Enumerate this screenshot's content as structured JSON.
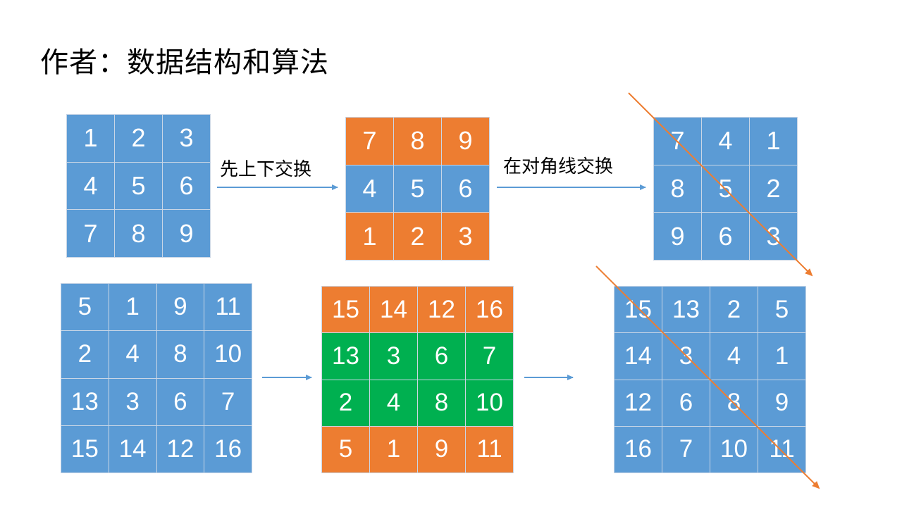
{
  "title": "作者：数据结构和算法",
  "colors": {
    "blue": "#5b9bd5",
    "orange": "#ed7d31",
    "green": "#00b050",
    "arrow": "#5b9bd5",
    "diag": "#ed7d31"
  },
  "steps": {
    "step1_label": "先上下交换",
    "step2_label": "在对角线交换"
  },
  "grids": [
    {
      "id": "grid-3x3-original",
      "rows": [
        [
          "1",
          "2",
          "3"
        ],
        [
          "4",
          "5",
          "6"
        ],
        [
          "7",
          "8",
          "9"
        ]
      ],
      "row_colors": [
        "blue",
        "blue",
        "blue"
      ]
    },
    {
      "id": "grid-3x3-flipped",
      "rows": [
        [
          "7",
          "8",
          "9"
        ],
        [
          "4",
          "5",
          "6"
        ],
        [
          "1",
          "2",
          "3"
        ]
      ],
      "row_colors": [
        "orange",
        "blue",
        "orange"
      ]
    },
    {
      "id": "grid-3x3-transposed",
      "rows": [
        [
          "7",
          "4",
          "1"
        ],
        [
          "8",
          "5",
          "2"
        ],
        [
          "9",
          "6",
          "3"
        ]
      ],
      "row_colors": [
        "blue",
        "blue",
        "blue"
      ]
    },
    {
      "id": "grid-4x4-original",
      "rows": [
        [
          "5",
          "1",
          "9",
          "11"
        ],
        [
          "2",
          "4",
          "8",
          "10"
        ],
        [
          "13",
          "3",
          "6",
          "7"
        ],
        [
          "15",
          "14",
          "12",
          "16"
        ]
      ],
      "row_colors": [
        "blue",
        "blue",
        "blue",
        "blue"
      ]
    },
    {
      "id": "grid-4x4-flipped",
      "rows": [
        [
          "15",
          "14",
          "12",
          "16"
        ],
        [
          "13",
          "3",
          "6",
          "7"
        ],
        [
          "2",
          "4",
          "8",
          "10"
        ],
        [
          "5",
          "1",
          "9",
          "11"
        ]
      ],
      "row_colors": [
        "orange",
        "green",
        "green",
        "orange"
      ]
    },
    {
      "id": "grid-4x4-transposed",
      "rows": [
        [
          "15",
          "13",
          "2",
          "5"
        ],
        [
          "14",
          "3",
          "4",
          "1"
        ],
        [
          "12",
          "6",
          "8",
          "9"
        ],
        [
          "16",
          "7",
          "10",
          "11"
        ]
      ],
      "row_colors": [
        "blue",
        "blue",
        "blue",
        "blue"
      ]
    }
  ]
}
